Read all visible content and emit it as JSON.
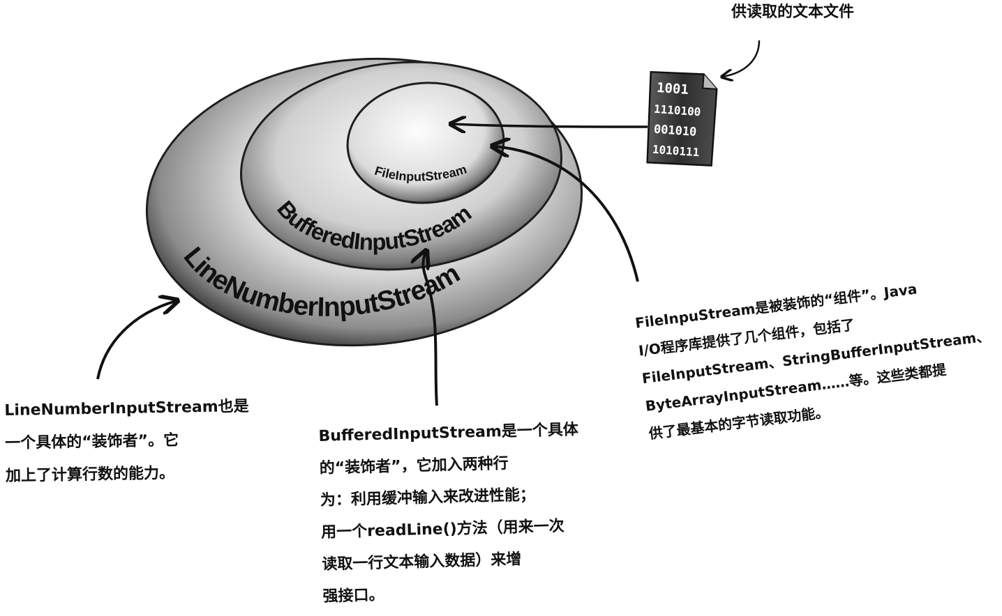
{
  "file_icon": {
    "caption": "供读取的文本文件",
    "bits": [
      "1001",
      "1110100",
      "001010",
      "1010111"
    ]
  },
  "rings": {
    "outer": "LineNumberInputStream",
    "middle": "BufferedInputStream",
    "inner": "FileInputStream"
  },
  "notes": {
    "linenumber": [
      "LineNumberInputStream也是",
      "一个具体的“装饰者”。它",
      "加上了计算行数的能力。"
    ],
    "buffered": [
      "BufferedInputStream是一个具体",
      "的“装饰者”，它加入两种行",
      "为：利用缓冲输入来改进性能；",
      "用一个readLine()方法（用来一次",
      "读取一行文本输入数据）来增",
      "强接口。"
    ],
    "fileinput": [
      "FileInpuStream是被装饰的“组件”。Java",
      "I/O程序库提供了几个组件，包括了",
      "FileInputStream、StringBufferInputStream、",
      "ByteArrayInputStream……等。这些类都提",
      "供了最基本的字节读取功能。"
    ]
  },
  "colors": {
    "ink": "#111111",
    "ring_dark": "#2a2a2a",
    "ring_light": "#f2f2f2",
    "file_icon_fill": "#3a3a3a"
  }
}
